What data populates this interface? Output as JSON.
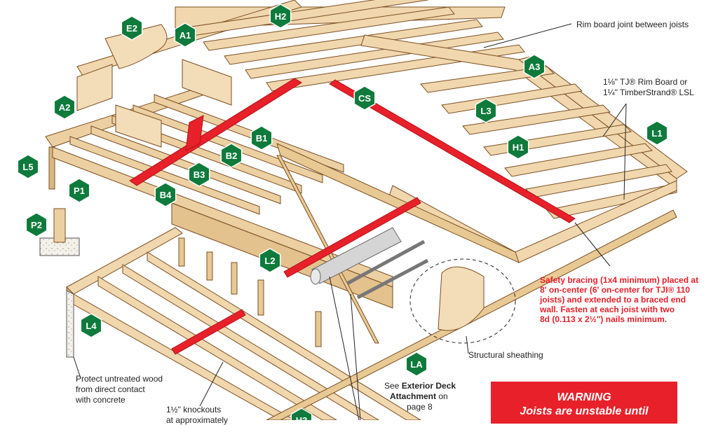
{
  "labels": {
    "rim_joint": "Rim board joint between joists",
    "rim_board_1": "1⅛\" TJ® Rim Board or",
    "rim_board_2": "1¼\" TimberStrand® LSL",
    "safety_1": "Safety bracing (1x4 minimum) placed at",
    "safety_2": "8' on-center (6' on-center for TJI® 110",
    "safety_3": "joists) and extended to a braced end",
    "safety_4": "wall. Fasten at each joist with two",
    "safety_5": "8d (0.113 x 2½\") nails minimum.",
    "sheathing": "Structural sheathing",
    "protect_1": "Protect untreated wood",
    "protect_2": "from direct contact",
    "protect_3": "with concrete",
    "knock_1": "1½\" knockouts",
    "knock_2": "at approximately",
    "see_1": "See",
    "see_bold": "Exterior Deck",
    "see_2": "Attachment",
    "see_3": "on",
    "see_4": "page 8",
    "warning_title": "WARNING",
    "warning_text": "Joists are unstable until"
  },
  "callouts": [
    "E2",
    "A1",
    "H2",
    "A3",
    "A2",
    "CS",
    "L3",
    "L1",
    "L5",
    "B1",
    "H1",
    "B2",
    "B3",
    "P1",
    "B4",
    "P2",
    "L2",
    "L4",
    "LA",
    "H3"
  ],
  "colors": {
    "callout_green": "#0e7a3b",
    "bracing_red": "#e8202a",
    "lumber": "#f1d7ad",
    "lumber_edge": "#8a5a2b"
  }
}
